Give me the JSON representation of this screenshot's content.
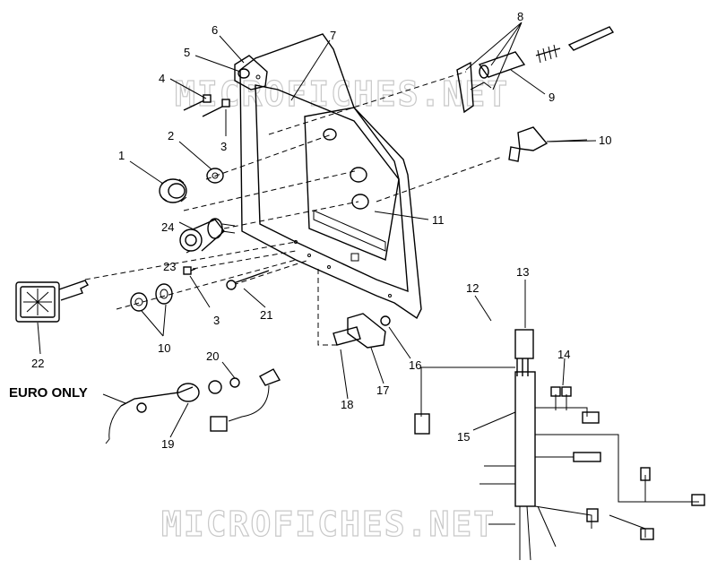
{
  "watermarks": [
    "MICROFICHES.NET",
    "MICROFICHES.NET"
  ],
  "note": "EURO ONLY",
  "callouts": [
    {
      "id": "c1",
      "text": "1"
    },
    {
      "id": "c2",
      "text": "2"
    },
    {
      "id": "c3a",
      "text": "3"
    },
    {
      "id": "c3b",
      "text": "3"
    },
    {
      "id": "c4",
      "text": "4"
    },
    {
      "id": "c5",
      "text": "5"
    },
    {
      "id": "c6",
      "text": "6"
    },
    {
      "id": "c7",
      "text": "7"
    },
    {
      "id": "c8",
      "text": "8"
    },
    {
      "id": "c9",
      "text": "9"
    },
    {
      "id": "c10a",
      "text": "10"
    },
    {
      "id": "c10b",
      "text": "10"
    },
    {
      "id": "c11",
      "text": "11"
    },
    {
      "id": "c12",
      "text": "12"
    },
    {
      "id": "c13",
      "text": "13"
    },
    {
      "id": "c14",
      "text": "14"
    },
    {
      "id": "c15",
      "text": "15"
    },
    {
      "id": "c16",
      "text": "16"
    },
    {
      "id": "c17",
      "text": "17"
    },
    {
      "id": "c18",
      "text": "18"
    },
    {
      "id": "c19",
      "text": "19"
    },
    {
      "id": "c20",
      "text": "20"
    },
    {
      "id": "c21",
      "text": "21"
    },
    {
      "id": "c22",
      "text": "22"
    },
    {
      "id": "c23",
      "text": "23"
    },
    {
      "id": "c24",
      "text": "24"
    }
  ]
}
